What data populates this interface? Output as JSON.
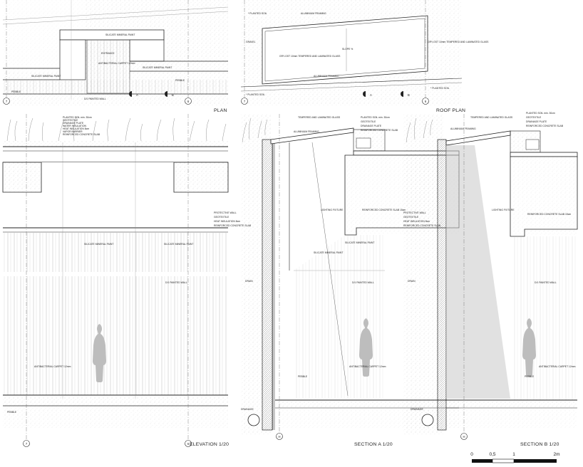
{
  "titles": {
    "plan": "PLAN",
    "roof_plan": "ROOF PLAN",
    "elevation": "ELEVATION 1/20",
    "section_a": "SECTION A 1/20",
    "section_b": "SECTION B 1/20"
  },
  "grid_markers": {
    "seven": "7",
    "six": "6",
    "h": "H"
  },
  "section_markers": {
    "a": "A",
    "b": "B"
  },
  "scale_bar": {
    "labels": [
      "0",
      "0,5",
      "1",
      "2m"
    ]
  },
  "plan_notes": {
    "silicate_mineral_paint": "SILICATE MINERAL PAINT",
    "entrance": "ENTRANCE",
    "carpet": "ANTIBACTERIAL CARPET 12mm",
    "pebble": "PEBBLE",
    "painted_wall": "D/1 PAINTED WALL",
    "silicate_mineral_paint_2": "SILICATE MINERAL PAINT",
    "pebble_2": "PEBBLE"
  },
  "roof_notes": {
    "aluminium_framing": "ALUMINIUM FRAMING",
    "gravel": "GRAVEL",
    "glass": "GRY-GST 10mm TEMPERED AND LAMINATED GLASS",
    "planted_soil": "* PLANTED SOIL",
    "slope": "SLOPE %"
  },
  "elevation_notes": {
    "planted_soil": "PLANTED SOIL min. 30cm",
    "geotextile": "GEOTEXTILE",
    "drainage_plate": "DRAINAGE PLATE",
    "waterproof": "WATER INSULATION",
    "heat_insulation": "HEAT INSULATION 8cm",
    "vapor_barrier": "VAPOR BARRIER",
    "concrete_slab": "REINFORCED CONCRETE SLAB",
    "silicate_1": "SILICATE MINERAL PAINT",
    "silicate_2": "SILICATE MINERAL PAINT",
    "painted_wall": "D/1 PAINTED WALL",
    "carpet_block": "ANTIBACTERIAL CARPET 12mm",
    "pebble": "PEBBLE"
  },
  "section_a_notes": {
    "glass": "TEMPERED AND LAMINATED GLASS",
    "aluminium_framing": "ALUMINIUM FRAMING",
    "protective_wall": "PROTECTIVE WALL",
    "lighting_fixture": "LIGHTING FIXTURE",
    "reinforced_concrete": "REINFORCED CONCRETE SLAB 15cm",
    "silicate": "SILICATE MINERAL PAINT",
    "painted_wall": "D/1 PAINTED WALL",
    "drain": "DRAIN",
    "carpet": "ANTIBACTERIAL CARPET 12mm",
    "pebble": "PEBBLE",
    "drainage": "DRAINAGE"
  },
  "section_b_notes": {
    "aluminium_framing": "ALUMINIUM FRAMING",
    "glass": "TEMPERED AND LAMINATED GLASS",
    "planted_soil": "PLANTED SOIL min. 30cm",
    "protective_wall": "PROTECTIVE WALL",
    "lighting_fixture": "LIGHTING FIXTURE",
    "reinforced_concrete": "REINFORCED CONCRETE SLAB 15cm",
    "painted_wall": "D/1 PAINTED WALL",
    "drain": "DRAIN",
    "carpet": "ANTIBACTERIAL CARPET 12mm",
    "pebble": "PEBBLE",
    "drainage": "DRAINAGE"
  }
}
